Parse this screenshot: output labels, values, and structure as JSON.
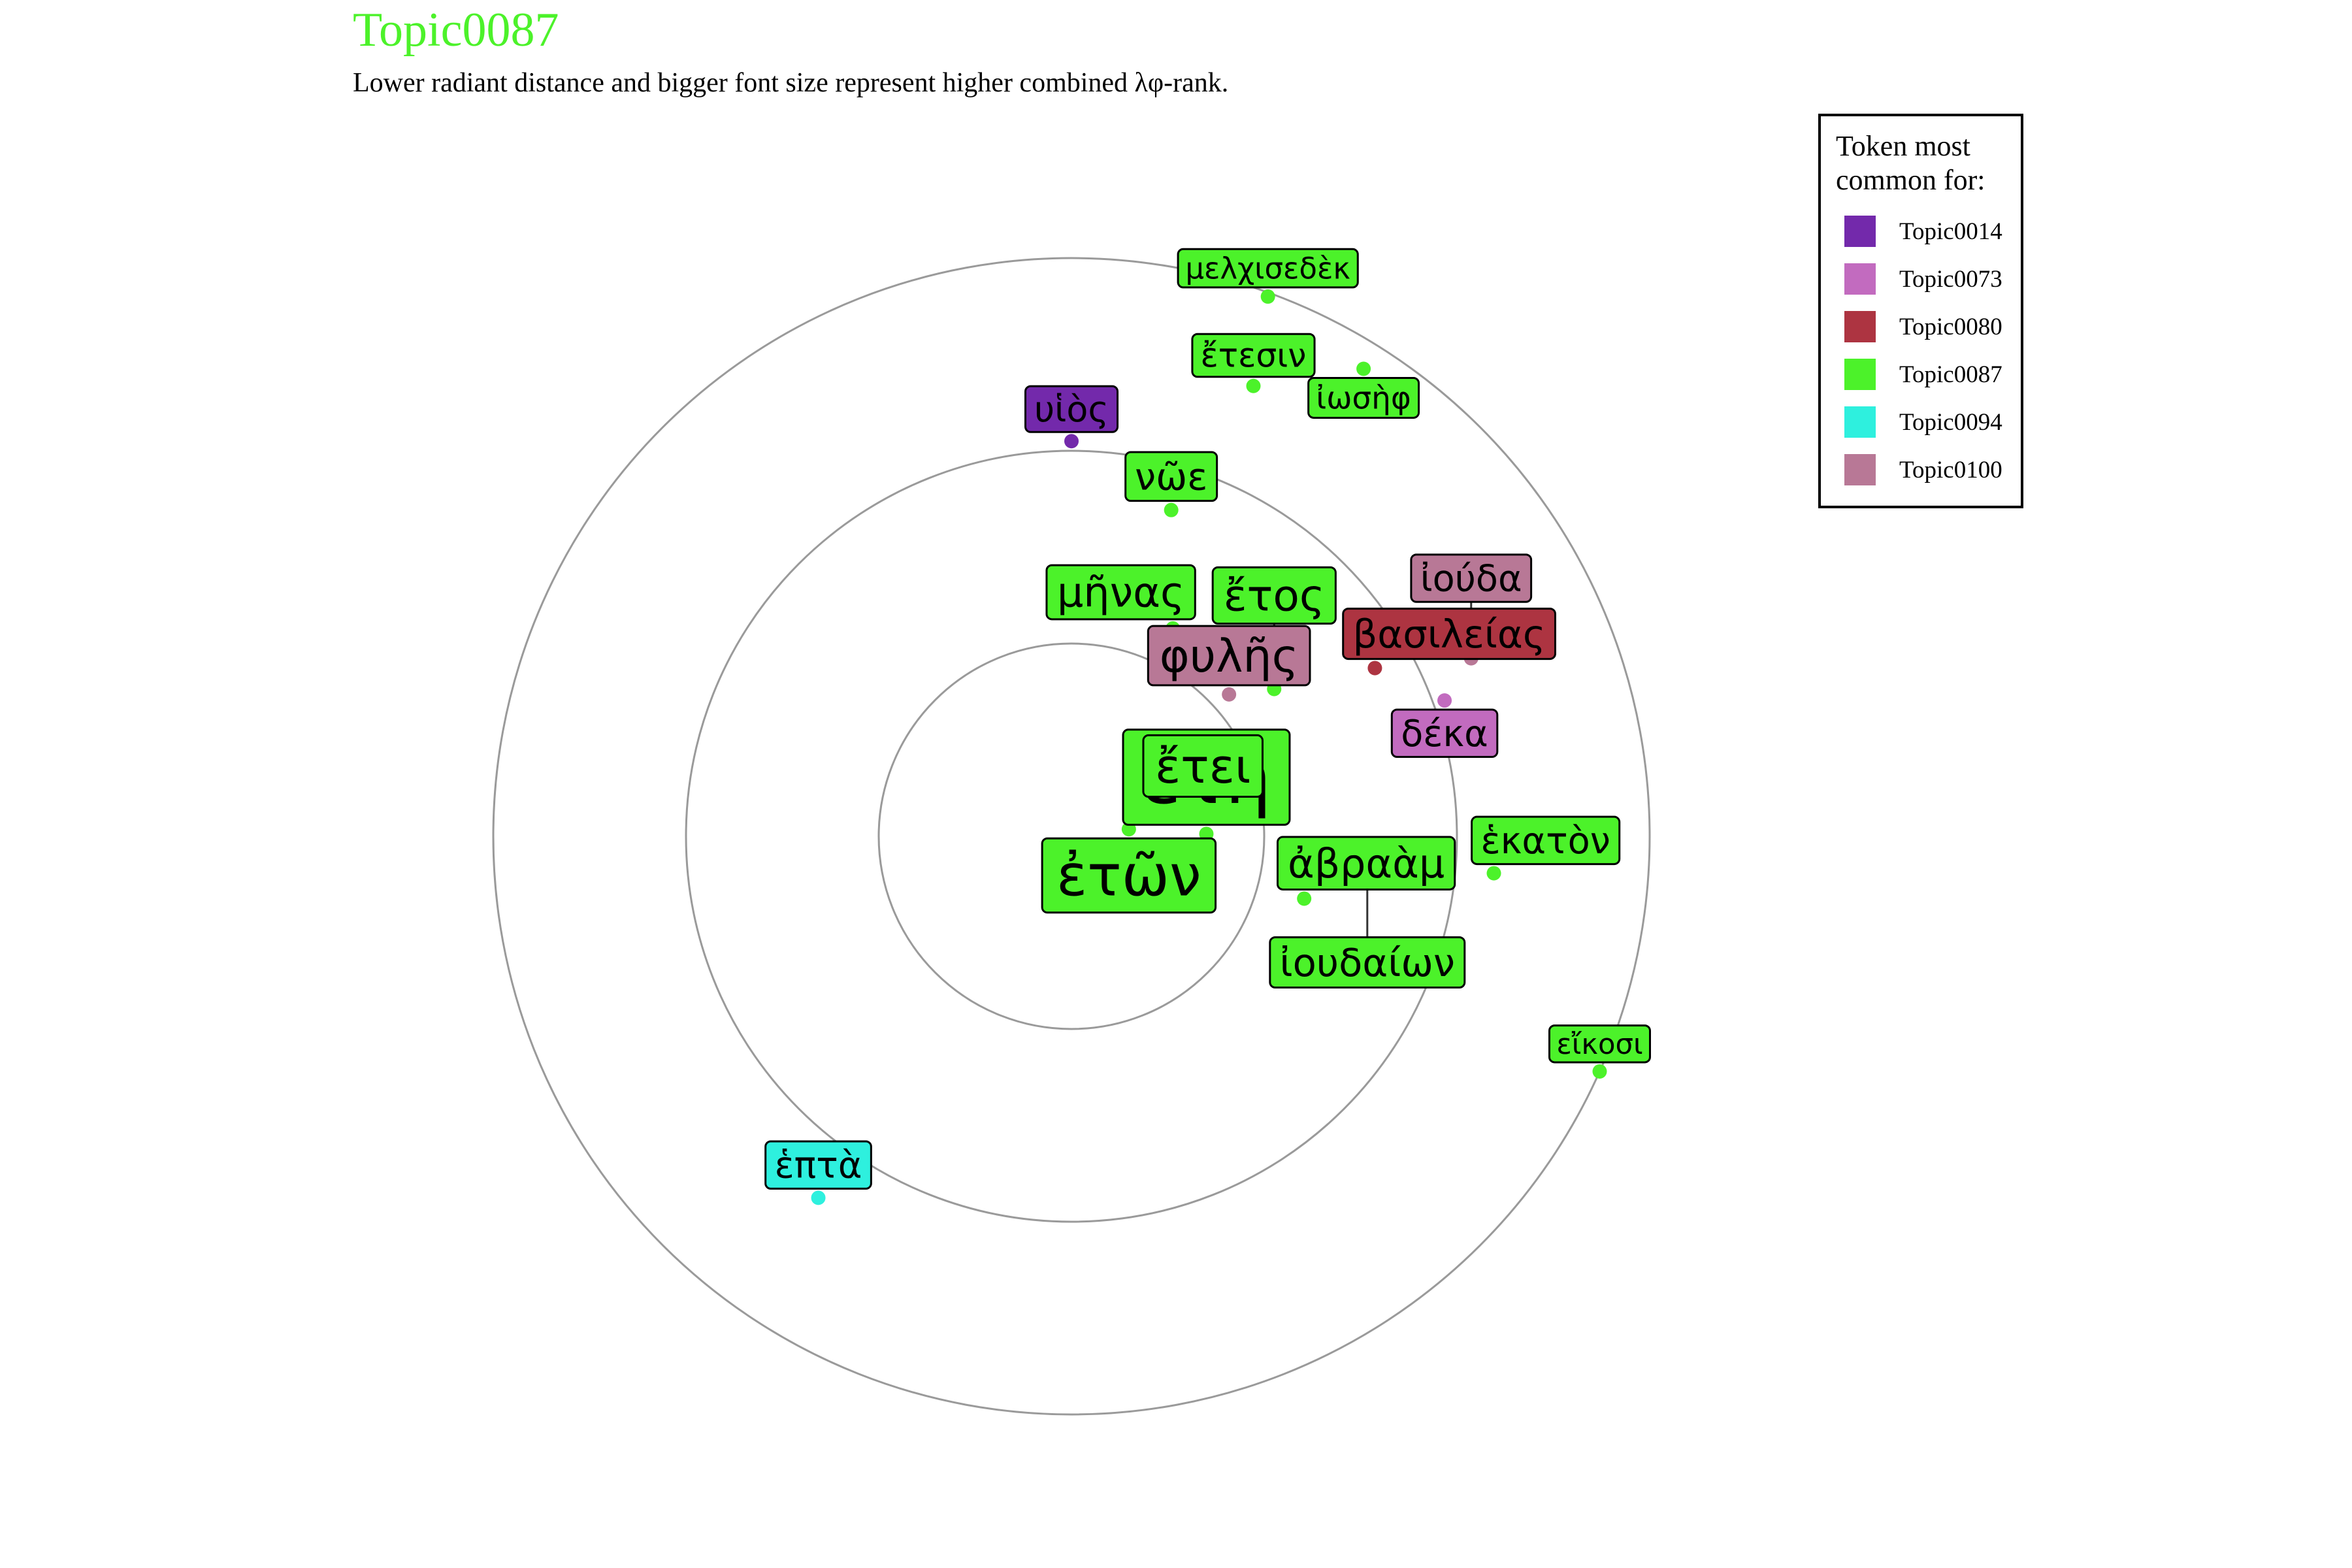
{
  "chart_data": {
    "type": "scatter",
    "coordinate_system": "polar",
    "title": "Topic0087",
    "title_color": "#4cf22a",
    "subtitle": "Lower radiant distance and bigger font size represent higher combined λφ-rank.",
    "radial_rings": [
      1,
      2,
      3
    ],
    "legend": {
      "title": "Token most common for:",
      "placement": "top-right",
      "entries": [
        {
          "name": "Topic0014",
          "color": "#7329ab"
        },
        {
          "name": "Topic0073",
          "color": "#c26bbf"
        },
        {
          "name": "Topic0080",
          "color": "#ad3441"
        },
        {
          "name": "Topic0087",
          "color": "#4cf22a"
        },
        {
          "name": "Topic0094",
          "color": "#2ef0de"
        },
        {
          "name": "Topic0100",
          "color": "#b87896"
        }
      ]
    },
    "points": [
      {
        "token": "ἔτη",
        "topic": "Topic0087",
        "r": 0.7,
        "angle_deg": 1,
        "size": 1.0
      },
      {
        "token": "ἐτῶν",
        "topic": "Topic0087",
        "r": 0.3,
        "angle_deg": 7,
        "size": 0.72
      },
      {
        "token": "ἔτει",
        "topic": "Topic0087",
        "r": 0.7,
        "angle_deg": 13,
        "size": 0.55
      },
      {
        "token": "φυλῆς",
        "topic": "Topic0100",
        "r": 1.1,
        "angle_deg": 42,
        "size": 0.52
      },
      {
        "token": "ἔτος",
        "topic": "Topic0087",
        "r": 1.3,
        "angle_deg": 36,
        "size": 0.48
      },
      {
        "token": "μῆνας",
        "topic": "Topic0087",
        "r": 1.2,
        "angle_deg": 64,
        "size": 0.45
      },
      {
        "token": "ἀβραὰμ",
        "topic": "Topic0087",
        "r": 1.25,
        "angle_deg": -15,
        "size": 0.43
      },
      {
        "token": "ἰουδαίων",
        "topic": "Topic0087",
        "r": 1.55,
        "angle_deg": -8,
        "size": 0.4
      },
      {
        "token": "βασιλείας",
        "topic": "Topic0080",
        "r": 1.8,
        "angle_deg": 29,
        "size": 0.4
      },
      {
        "token": "νῶε",
        "topic": "Topic0087",
        "r": 1.77,
        "angle_deg": 73,
        "size": 0.38
      },
      {
        "token": "δέκα",
        "topic": "Topic0073",
        "r": 2.06,
        "angle_deg": 20,
        "size": 0.36
      },
      {
        "token": "ἑκατὸν",
        "topic": "Topic0087",
        "r": 2.2,
        "angle_deg": -5,
        "size": 0.36
      },
      {
        "token": "ἰούδα",
        "topic": "Topic0100",
        "r": 2.27,
        "angle_deg": 24,
        "size": 0.36
      },
      {
        "token": "ἑπτὰ",
        "topic": "Topic0094",
        "r": 2.29,
        "angle_deg": -125,
        "size": 0.36
      },
      {
        "token": "υἱὸς",
        "topic": "Topic0014",
        "r": 2.05,
        "angle_deg": 90,
        "size": 0.34
      },
      {
        "token": "ἔτεσιν",
        "topic": "Topic0087",
        "r": 2.52,
        "angle_deg": 68,
        "size": 0.3
      },
      {
        "token": "ἰωσὴφ",
        "topic": "Topic0087",
        "r": 2.86,
        "angle_deg": 58,
        "size": 0.26
      },
      {
        "token": "μελχισεδὲκ",
        "topic": "Topic0087",
        "r": 2.98,
        "angle_deg": 70,
        "size": 0.24
      },
      {
        "token": "εἴκοσι",
        "topic": "Topic0087",
        "r": 3.0,
        "angle_deg": -24,
        "size": 0.22
      }
    ]
  }
}
